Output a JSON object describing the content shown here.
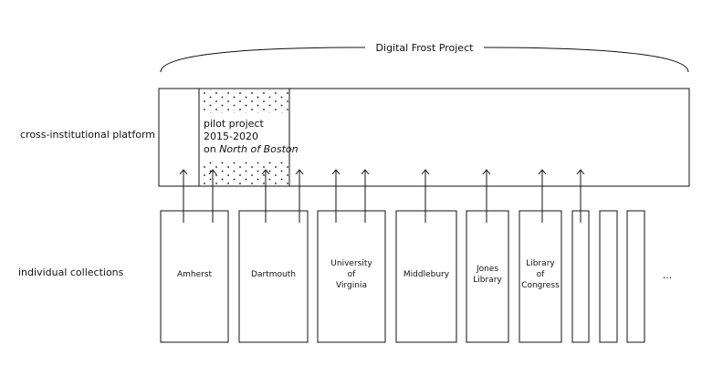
{
  "title": "Digital Frost Project",
  "row_labels": {
    "platform": "cross-institutional platform",
    "collections": "individual collections"
  },
  "pilot": {
    "line1": "pilot project",
    "line2": "2015-2020",
    "line3_prefix": "on ",
    "line3_italic": "North of Boston"
  },
  "collections": [
    {
      "lines": [
        "Amherst"
      ]
    },
    {
      "lines": [
        "Dartmouth"
      ]
    },
    {
      "lines": [
        "University",
        "of",
        "Virginia"
      ]
    },
    {
      "lines": [
        "Middlebury"
      ]
    },
    {
      "lines": [
        "Jones",
        "Library"
      ]
    },
    {
      "lines": [
        "Library",
        "of",
        "Congress"
      ]
    },
    {
      "lines": []
    },
    {
      "lines": []
    },
    {
      "lines": []
    }
  ],
  "ellipsis": "..."
}
